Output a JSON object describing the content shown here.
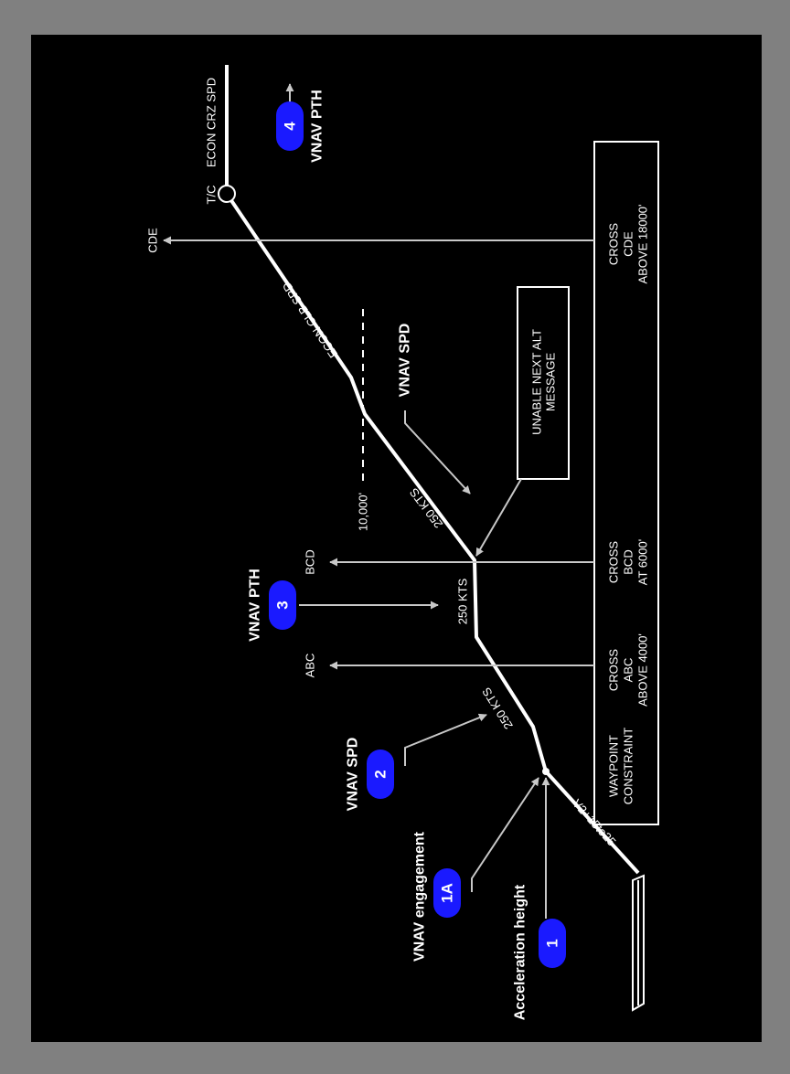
{
  "colors": {
    "background_frame": "#808080",
    "panel": "#000000",
    "line": "#ffffff",
    "arrow": "#c8c8c8",
    "badge": "#1a1aff"
  },
  "badges": {
    "b1": {
      "number": "1",
      "title": "Acceleration height"
    },
    "b1a": {
      "number": "1A",
      "title": "VNAV engagement"
    },
    "b2": {
      "number": "2",
      "title": "VNAV SPD"
    },
    "b3": {
      "number": "3",
      "title": "VNAV PTH"
    },
    "b4": {
      "number": "4",
      "title": "VNAV PTH"
    }
  },
  "labels": {
    "takeoff_speed": "V2+15to25",
    "speed_250_a": "250 KTS",
    "speed_250_b": "250 KTS",
    "speed_250_c": "250 KTS",
    "vnav_spd_mid": "VNAV SPD",
    "altitude_10000": "10,000'",
    "econ_clb": "ECON CLB SPD",
    "top_of_climb": "T/C",
    "econ_crz": "ECON CRZ SPD",
    "unable_msg": [
      "UNABLE NEXT ALT",
      "MESSAGE"
    ]
  },
  "waypoints": [
    {
      "name": "ABC",
      "constraint": [
        "CROSS",
        "ABC",
        "ABOVE 4000'"
      ]
    },
    {
      "name": "BCD",
      "constraint": [
        "CROSS",
        "BCD",
        "AT 6000'"
      ]
    },
    {
      "name": "CDE",
      "constraint": [
        "CROSS",
        "CDE",
        "ABOVE 18000'"
      ]
    }
  ],
  "constraint_header": [
    "WAYPOINT",
    "CONSTRAINT"
  ]
}
